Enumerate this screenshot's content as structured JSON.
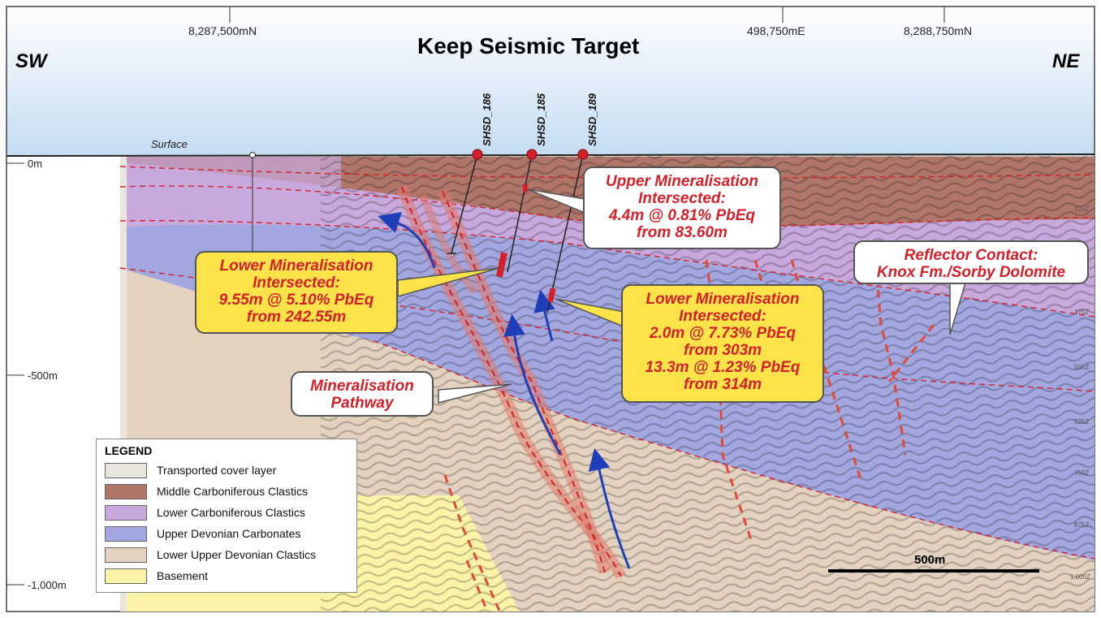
{
  "title": "Keep Seismic Target",
  "direction": {
    "left": "SW",
    "right": "NE"
  },
  "coords": [
    "8,287,500mN",
    "498,750mE",
    "8,288,750mN"
  ],
  "surface_label": "Surface",
  "depth_labels": [
    "0m",
    "-500m",
    "-1,000m"
  ],
  "right_scale_labels": [
    "125Z",
    "375Z",
    "500Z",
    "525Z",
    "750Z",
    "875Z",
    "1,000Z"
  ],
  "drillholes": [
    "SHSD_186",
    "SHSD_185",
    "SHSD_189"
  ],
  "callouts": {
    "upper": {
      "line1": "Upper Mineralisation",
      "line2": "Intersected:",
      "line3": "4.4m @ 0.81% PbEq",
      "line4": "from 83.60m"
    },
    "lower_left": {
      "line1": "Lower Mineralisation",
      "line2": "Intersected:",
      "line3": "9.55m @ 5.10% PbEq",
      "line4": "from 242.55m"
    },
    "lower_right": {
      "line1": "Lower Mineralisation",
      "line2": "Intersected:",
      "line3": "2.0m @ 7.73% PbEq",
      "line4": "from 303m",
      "line5": "13.3m @ 1.23% PbEq",
      "line6": "from 314m"
    },
    "reflector": {
      "line1": "Reflector Contact:",
      "line2": "Knox Fm./Sorby Dolomite"
    },
    "pathway": {
      "line1": "Mineralisation",
      "line2": "Pathway"
    }
  },
  "legend": {
    "title": "LEGEND",
    "items": [
      {
        "label": "Transported cover layer",
        "color": "#e8e6dc"
      },
      {
        "label": "Middle Carboniferous Clastics",
        "color": "#b0766a"
      },
      {
        "label": "Lower Carboniferous Clastics",
        "color": "#c7a9dd"
      },
      {
        "label": "Upper Devonian Carbonates",
        "color": "#a2a7df"
      },
      {
        "label": "Lower Upper Devonian Clastics",
        "color": "#e3d2bf"
      },
      {
        "label": "Basement",
        "color": "#fbf4a8"
      }
    ]
  },
  "scale_bar": "500m",
  "colors": {
    "sky_top": "#c9dff2",
    "mineral_red": "#d4202a",
    "arrow_blue": "#1f3fb8",
    "callout_yellow": "#fde34a"
  }
}
